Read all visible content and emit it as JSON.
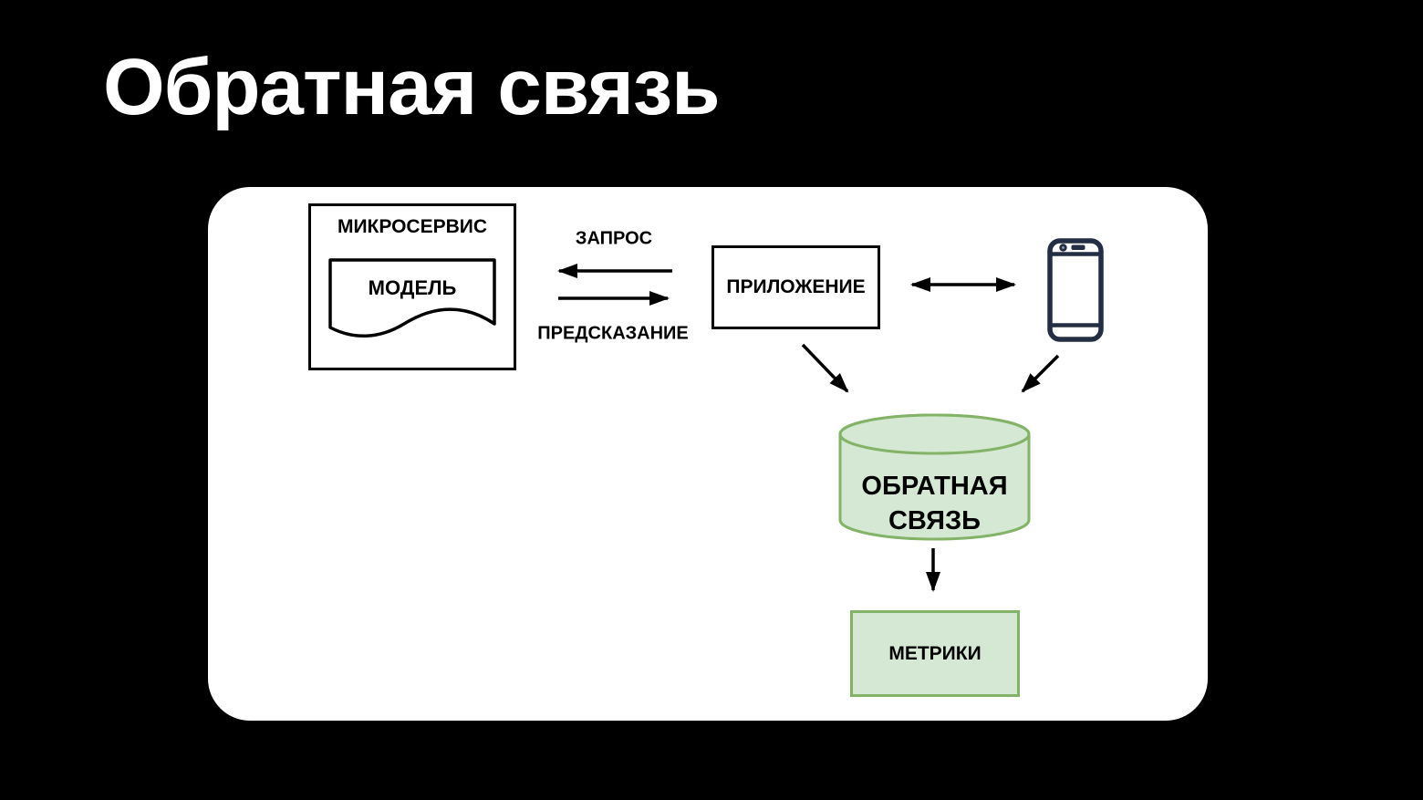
{
  "slide": {
    "title": "Обратная связь"
  },
  "colors": {
    "background": "#000000",
    "panel": "#ffffff",
    "stroke_black": "#000000",
    "green_fill": "#d5e8d4",
    "green_stroke": "#82b366",
    "phone": "#232e44",
    "title": "#ffffff"
  },
  "icons": {
    "phone": "smartphone-icon"
  },
  "diagram": {
    "microservice": {
      "label": "МИКРОСЕРВИС",
      "model": {
        "label": "МОДЕЛЬ"
      }
    },
    "request_label": "ЗАПРОС",
    "prediction_label": "ПРЕДСКАЗАНИЕ",
    "application": {
      "label": "ПРИЛОЖЕНИЕ"
    },
    "feedback": {
      "label": "ОБРАТНАЯ СВЯЗЬ"
    },
    "metrics": {
      "label": "МЕТРИКИ"
    }
  }
}
